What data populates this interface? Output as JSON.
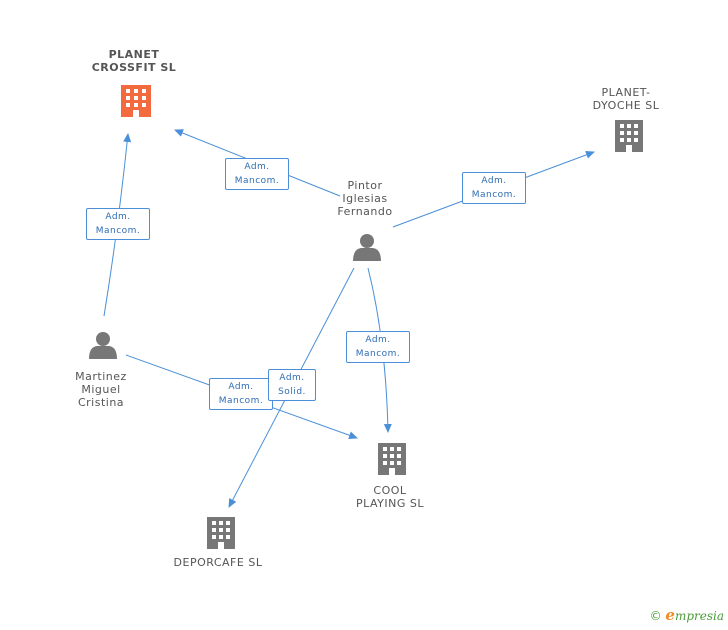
{
  "colors": {
    "edge": "#4a8fd8",
    "main_company": "#f26a3d",
    "company": "#777777",
    "person": "#777777"
  },
  "nodes": {
    "planet_crossfit": {
      "label": "PLANET\nCROSSFIT SL",
      "icon": "building-icon"
    },
    "planet_dyoche": {
      "label": "PLANET-\nDYOCHE SL",
      "icon": "building-icon"
    },
    "pintor": {
      "label": "Pintor\nIglesias\nFernando",
      "icon": "person-icon"
    },
    "martinez": {
      "label": "Martinez\nMiguel\nCristina",
      "icon": "person-icon"
    },
    "cool_playing": {
      "label": "COOL\nPLAYING SL",
      "icon": "building-icon"
    },
    "deporcafe": {
      "label": "DEPORCAFE SL",
      "icon": "building-icon"
    }
  },
  "edges": {
    "pintor_crossfit": "Adm.\nMancom.",
    "pintor_dyoche": "Adm.\nMancom.",
    "martinez_crossfit": "Adm.\nMancom.",
    "pintor_cool": "Adm.\nMancom.",
    "martinez_cool": "Adm.\nMancom.",
    "pintor_deporcafe": "Adm.\nSolid."
  },
  "footer": {
    "copyright": "©",
    "brand_initial": "e",
    "brand_rest": "mpresia"
  }
}
